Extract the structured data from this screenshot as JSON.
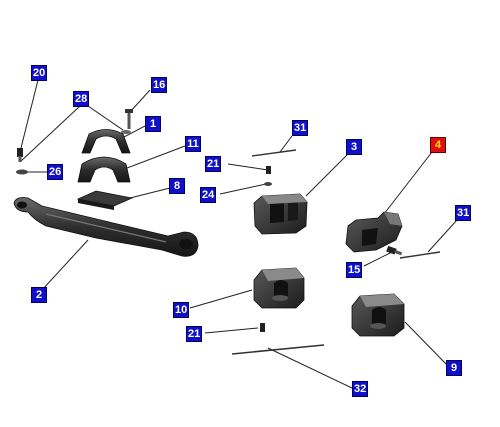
{
  "callouts": {
    "c1": "1",
    "c2": "2",
    "c3": "3",
    "c4": "4",
    "c8": "8",
    "c9": "9",
    "c10": "10",
    "c11": "11",
    "c15": "15",
    "c16": "16",
    "c20": "20",
    "c21a": "21",
    "c21b": "21",
    "c24": "24",
    "c26": "26",
    "c28": "28",
    "c31a": "31",
    "c31b": "31",
    "c32": "32"
  },
  "selected_callout": "4",
  "colors": {
    "callout_fill": "#1010c8",
    "selected_fill": "#e01010",
    "selected_text": "#ffe000",
    "part_dark": "#2b2b2b"
  }
}
